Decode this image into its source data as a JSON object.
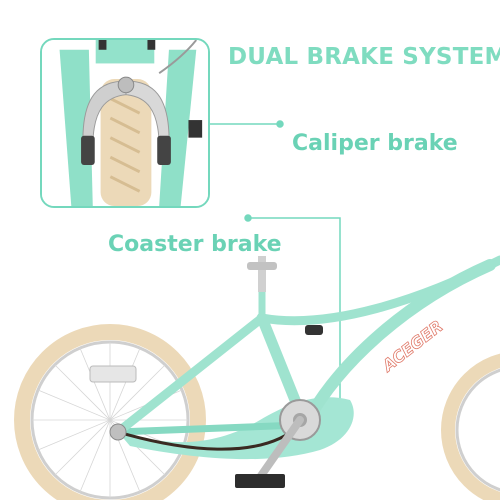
{
  "headline": "DUAL BRAKE SYSTEM",
  "callouts": {
    "caliper": "Caliper brake",
    "coaster": "Coaster brake"
  },
  "frame_text": "ACEGER",
  "colors": {
    "accent": "#74d8bd",
    "bike_frame": "#9fe3cf",
    "tire": "#ecd9b8",
    "chrome": "#c9c9c9"
  },
  "icons": [
    "caliper-brake-photo",
    "bicycle-photo"
  ]
}
